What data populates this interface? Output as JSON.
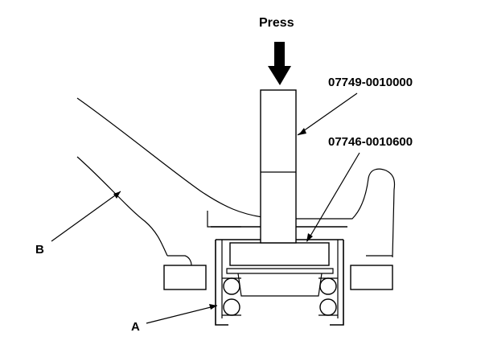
{
  "labels": {
    "press": "Press",
    "tool_top": "07749-0010000",
    "tool_bottom": "07746-0010600",
    "part_a": "A",
    "part_b": "B"
  }
}
